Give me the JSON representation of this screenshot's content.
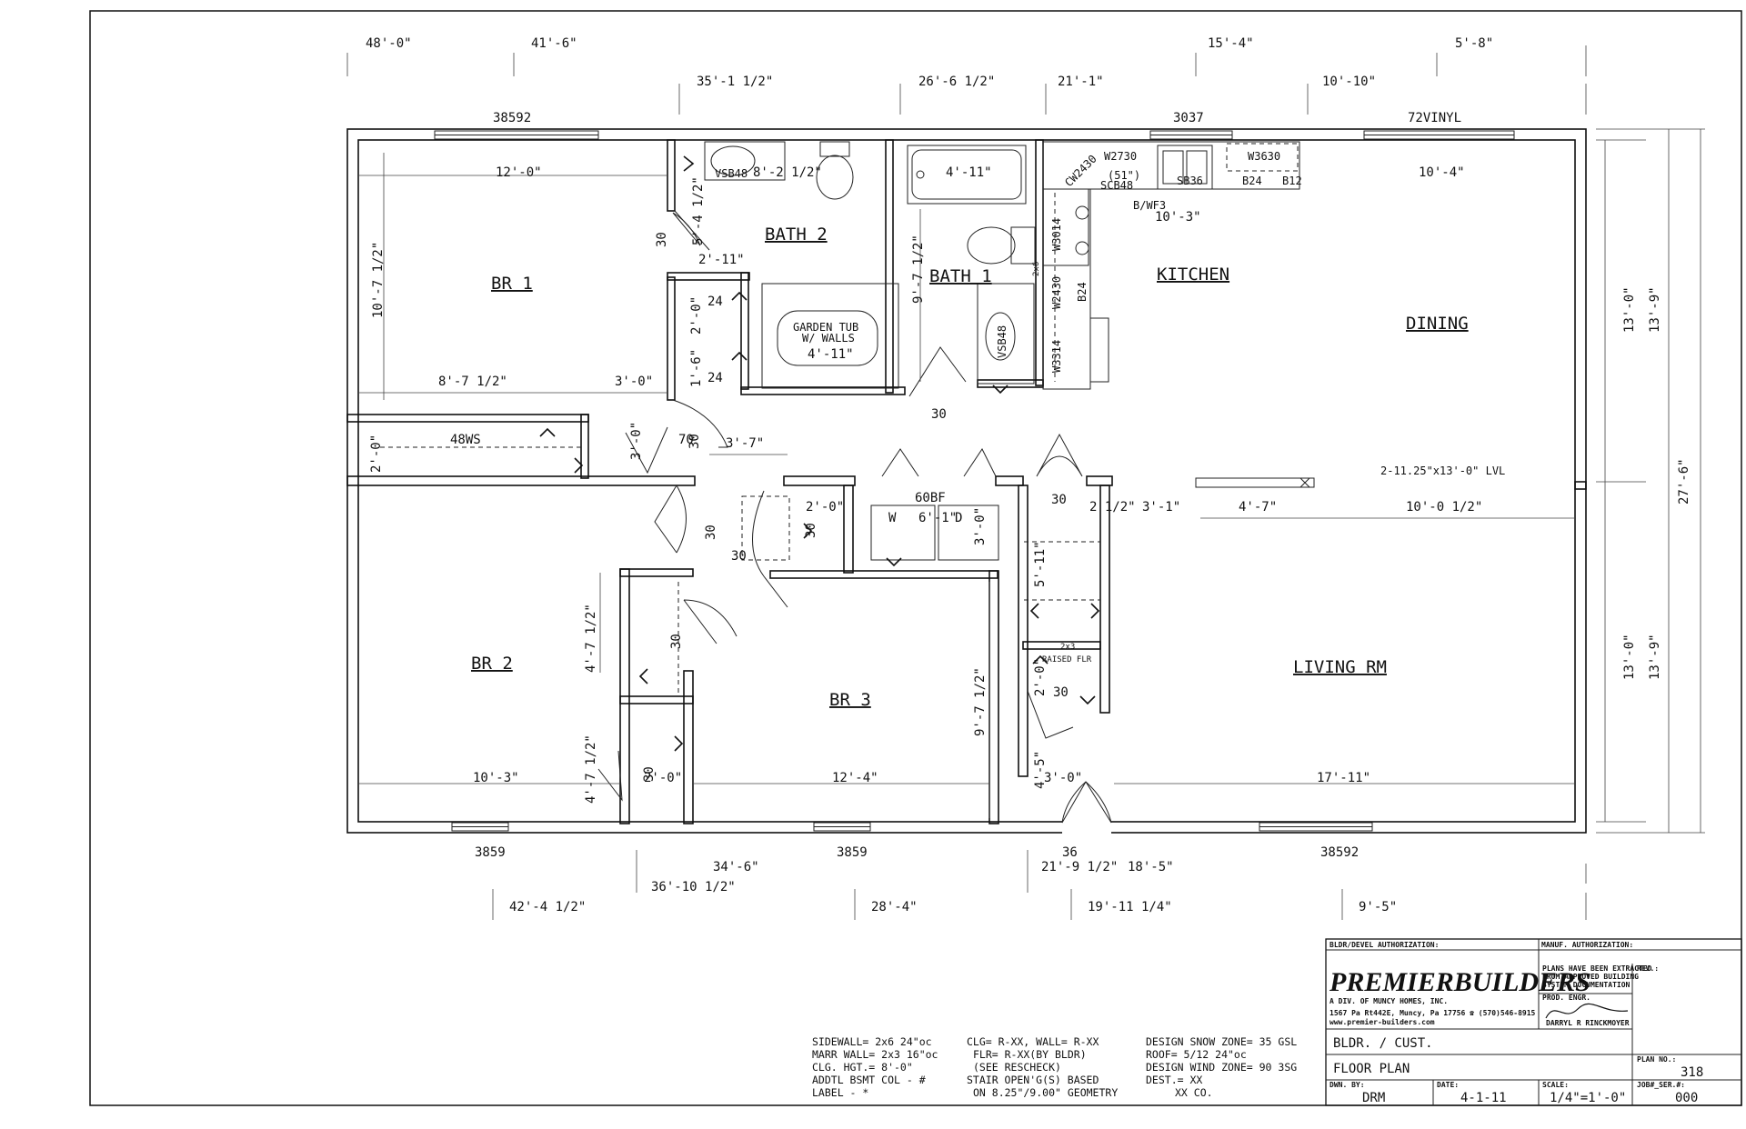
{
  "rooms": {
    "br1": "BR 1",
    "bath2": "BATH 2",
    "bath1": "BATH 1",
    "kitchen": "KITCHEN",
    "dining": "DINING",
    "br2": "BR 2",
    "br3": "BR 3",
    "living": "LIVING RM"
  },
  "top_window_labels": {
    "w1": "38592",
    "w2": "3037",
    "w3": "72VINYL"
  },
  "bottom_window_labels": {
    "w1": "3859",
    "w2": "3859",
    "w3": "38592",
    "door": "36"
  },
  "top_dims_row1": [
    "48'-0\"",
    "41'-6\"",
    "15'-4\"",
    "5'-8\""
  ],
  "top_dims_row2": [
    "35'-1 1/2\"",
    "26'-6 1/2\"",
    "21'-1\"",
    "10'-10\""
  ],
  "bottom_dims_row1": [
    "34'-6\"",
    "21'-9 1/2\"",
    "18'-5\""
  ],
  "bottom_dims_row2": [
    "36'-10 1/2\""
  ],
  "bottom_dims_row3": [
    "42'-4 1/2\"",
    "28'-4\"",
    "19'-11 1/4\"",
    "9'-5\""
  ],
  "right_dims": {
    "upper": "13'-0\"",
    "upper_outer": "13'-9\"",
    "lower": "13'-0\"",
    "lower_outer": "13'-9\"",
    "total": "27'-6\""
  },
  "interior_dims": {
    "br1_width": "12'-0\"",
    "br1_height": "10'-7 1/2\"",
    "br1_sub": "8'-7 1/2\"",
    "closet_w": "3'-0\"",
    "bath2_w": "8'-2 1/2\"",
    "bath2_h": "5'-4 1/2\"",
    "bath1_w": "4'-11\"",
    "bath1_h": "9'-7 1/2\"",
    "kitchen_w": "10'-3\"",
    "dining_w": "10'-4\"",
    "hall_w": "3'-7\"",
    "hall_d": "2'-0\"",
    "living_a": "2 1/2\"",
    "living_b": "3'-1\"",
    "living_c": "4'-7\"",
    "living_d": "10'-0 1/2\"",
    "br2_w": "10'-3\"",
    "br2_cl_h": "4'-7 1/2\"",
    "br2_cl_h2": "4'-7 1/2\"",
    "br2_cl_w": "2'-0\"",
    "br3_w": "12'-4\"",
    "br3_h": "9'-7 1/2\"",
    "living_w": "17'-11\"",
    "entry_w": "3'-0\"",
    "entry_h": "4'-5\"",
    "stair_h": "5'-11\"",
    "raised_h": "2'-0\"",
    "laundry_w": "6'-1\"",
    "laundry_d": "3'-0\"",
    "small_2_0": "2'-0\"",
    "small_1_6": "1'-6\"",
    "small_2_11": "2'-11\"",
    "cl_2_0": "2'-0\"",
    "cl_3_0": "3'-0\""
  },
  "fixtures": {
    "vsb48_a": "VSB48",
    "vsb48_b": "VSB48",
    "garden_tub_1": "GARDEN TUB",
    "garden_tub_2": "W/ WALLS",
    "garden_tub_dim": "4'-11\"",
    "cw2430": "CW2430",
    "w2730": "W2730",
    "w3630": "W3630",
    "sb36": "SB36",
    "b24_a": "B24",
    "b12": "B12",
    "scb48": "SCB48",
    "scb48_note": "(51\")",
    "bwf3": "B/WF3",
    "w3014": "W3014",
    "w2430": "W2430",
    "b24_b": "B24",
    "w3314": "W3314",
    "n2x6": "2x6",
    "ws48": "48WS",
    "bf60": "60BF",
    "washer": "W",
    "dryer": "D",
    "lvl": "2-11.25\"x13'-0\" LVL",
    "raised_flr": "RAISED FLR",
    "n2x3": "2x3"
  },
  "door_sizes": {
    "d30_a": "30",
    "d30_b": "30",
    "d30_c": "30",
    "d30_d": "30",
    "d30_e": "30",
    "d30_f": "30",
    "d30_g": "30",
    "d30_h": "30",
    "d30_i": "30",
    "d30_j": "30",
    "d24_a": "24",
    "d24_b": "24",
    "d70": "70"
  },
  "notes": {
    "col1": [
      "SIDEWALL= 2x6 24\"oc",
      "MARR WALL= 2x3 16\"oc",
      "CLG. HGT.= 8'-0\"",
      "ADDTL BSMT COL - #",
      "LABEL - *"
    ],
    "col2": [
      "CLG= R-XX, WALL= R-XX",
      "FLR= R-XX(BY BLDR)",
      "(SEE RESCHECK)",
      "STAIR OPEN'G(S) BASED",
      "ON 8.25\"/9.00\" GEOMETRY"
    ],
    "col3": [
      "DESIGN SNOW ZONE= 35 GSL",
      "ROOF= 5/12 24\"oc",
      "DESIGN WIND ZONE= 90 3SG",
      "DEST.= XX",
      "XX CO."
    ]
  },
  "title_block": {
    "bldr_auth_label": "BLDR/DEVEL AUTHORIZATION:",
    "manuf_auth_label": "MANUF. AUTHORIZATION:",
    "brand": "PREMIERBUILDERS",
    "brand_sub": "A DIV. OF MUNCY HOMES, INC.",
    "address": "1567 Pa Rt442E, Muncy, Pa 17756  ☎ (570)546-8915",
    "web": "www.premier-builders.com",
    "extracted_note_1": "PLANS HAVE BEEN EXTRACTED",
    "extracted_note_2": "FROM APPROVED BUILDING",
    "extracted_note_3": "SYSTEM DOCUMENTATION",
    "prod_engr": "PROD. ENGR.",
    "engineer": "DARRYL R RINCKMOYER",
    "rev_label": "REV.:",
    "bldr_cust": "BLDR. / CUST.",
    "sheet_title": "FLOOR PLAN",
    "plan_no_label": "PLAN NO.:",
    "plan_no": "318",
    "dwn_by_label": "DWN. BY:",
    "dwn_by": "DRM",
    "date_label": "DATE:",
    "date": "4-1-11",
    "scale_label": "SCALE:",
    "scale": "1/4\"=1'-0\"",
    "job_ser_label": "JOB#_SER.#:",
    "job_ser": "000"
  }
}
